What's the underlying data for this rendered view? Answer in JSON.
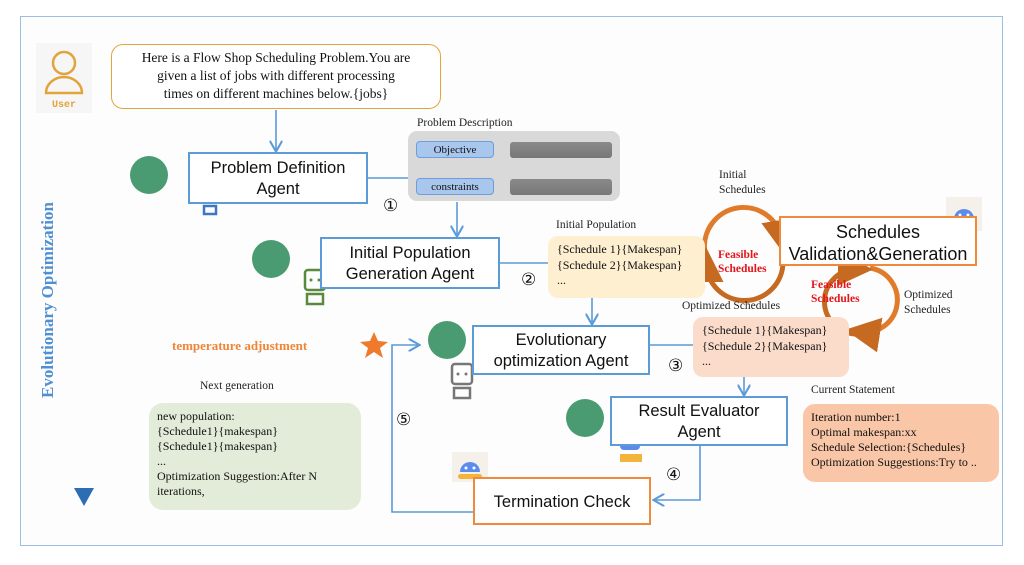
{
  "user": {
    "label": "User",
    "prompt_lines": [
      "Here is a Flow Shop Scheduling Problem.You are",
      "given a list of jobs with different processing",
      "times on different machines below.{jobs}"
    ]
  },
  "side_label": "Evolutionary Optimization",
  "agents": {
    "problem_definition": [
      "Problem Definition",
      "Agent"
    ],
    "initial_population": [
      "Initial Population",
      "Generation Agent"
    ],
    "evolutionary": [
      "Evolutionary",
      "optimization Agent"
    ],
    "result_evaluator": [
      "Result Evaluator",
      "Agent"
    ],
    "termination": "Termination Check",
    "validation": [
      "Schedules",
      "Validation&Generation"
    ]
  },
  "problem_description": {
    "title": "Problem Description",
    "objective": "Objective",
    "constraints": "constraints"
  },
  "steps": [
    "①",
    "②",
    "③",
    "④",
    "⑤"
  ],
  "initial_population": {
    "title": "Initial Population",
    "lines": [
      "{Schedule 1}{Makespan}",
      "{Schedule 2}{Makespan}",
      "..."
    ]
  },
  "optimized_schedules": {
    "title": "Optimized Schedules",
    "lines": [
      "{Schedule 1}{Makespan}",
      "{Schedule 2}{Makespan}",
      "..."
    ]
  },
  "cycle_labels": {
    "initial_schedules": [
      "Initial",
      "Schedules"
    ],
    "feasible_1": [
      "Feasible",
      "Schedules"
    ],
    "feasible_2": [
      "Feasible",
      "Schedules"
    ],
    "optimized_schedules": [
      "Optimized",
      "Schedules"
    ]
  },
  "temperature": "temperature adjustment",
  "next_generation": {
    "title": "Next generation",
    "lines": [
      "new population:",
      "{Schedule1}{makespan}",
      "{Schedule1}{makespan}",
      "...",
      "Optimization Suggestion:After N",
      "iterations,"
    ]
  },
  "current_statement": {
    "title": "Current Statement",
    "lines": [
      "Iteration number:1",
      "Optimal makespan:xx",
      "Schedule Selection:{Schedules}",
      "Optimization Suggestions:Try to .."
    ]
  },
  "colors": {
    "blue": "#5b9bd8",
    "orange": "#ef8a3d",
    "gpt_green": "#4a9b72",
    "red": "#e3161c"
  }
}
